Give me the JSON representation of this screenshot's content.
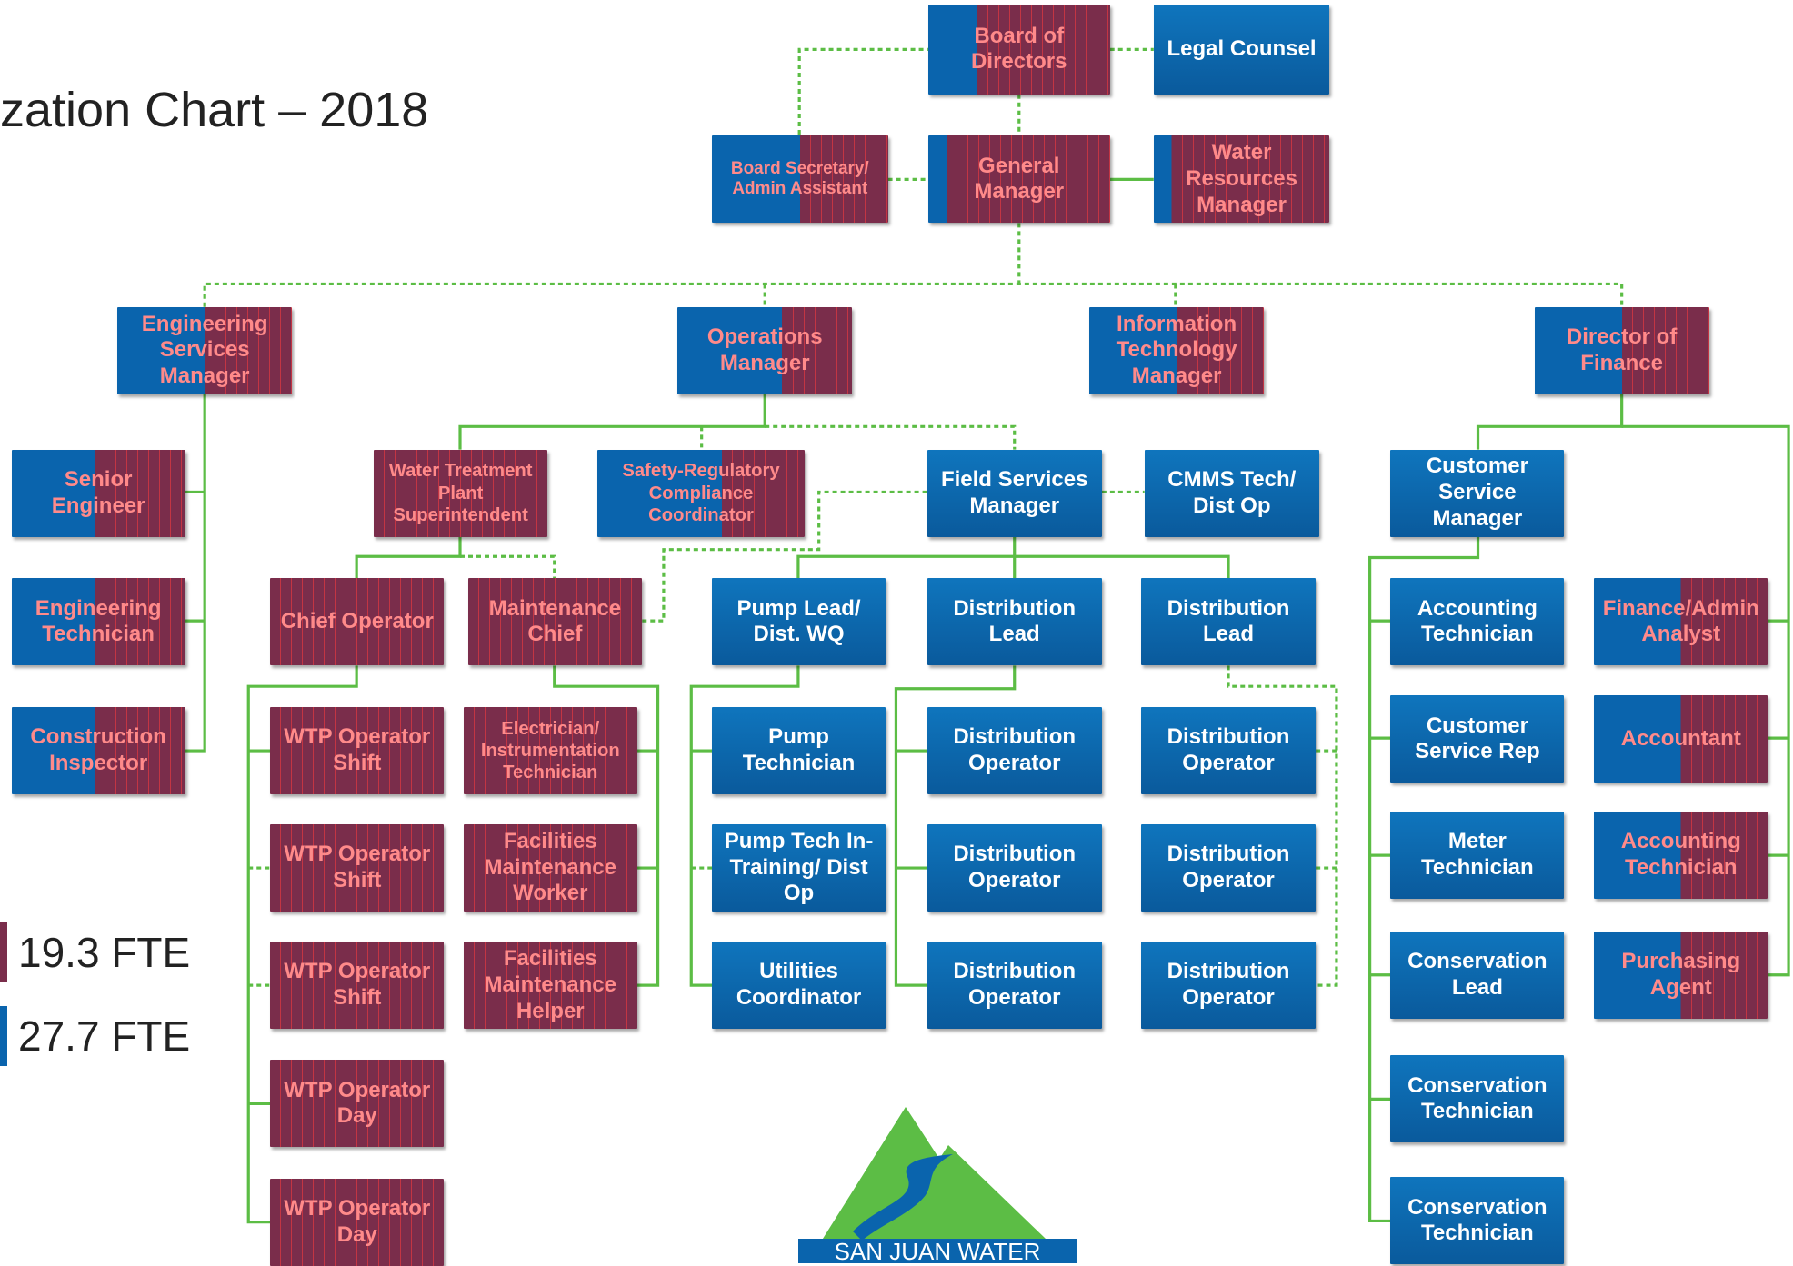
{
  "title": "zation Chart – 2018",
  "legend": [
    {
      "label": "19.3 FTE",
      "color": "#7a2d4b"
    },
    {
      "label": "27.7 FTE",
      "color": "#0a64ad"
    }
  ],
  "colors": {
    "blue": "#0a64ad",
    "maroon": "#7a2d4b",
    "overlay_text": "#ff8a8a",
    "solid_line": "#5cbd45",
    "dotted_line": "#3fae3f"
  },
  "logo": {
    "text": "SAN JUAN WATER"
  },
  "nodes": [
    {
      "id": "board",
      "label": "Board of Directors",
      "style": "split",
      "split": 0.27
    },
    {
      "id": "legal",
      "label": "Legal Counsel",
      "style": "blue"
    },
    {
      "id": "secretary",
      "label": "Board Secretary/ Admin Assistant",
      "style": "split",
      "split": 0.5
    },
    {
      "id": "gm",
      "label": "General Manager",
      "style": "split",
      "split": 0.1
    },
    {
      "id": "wrm",
      "label": "Water Resources Manager",
      "style": "split",
      "split": 0.1
    },
    {
      "id": "esm",
      "label": "Engineering Services Manager",
      "style": "split",
      "split": 0.5
    },
    {
      "id": "opsm",
      "label": "Operations Manager",
      "style": "split",
      "split": 0.6
    },
    {
      "id": "itm",
      "label": "Information Technology Manager",
      "style": "split",
      "split": 0.5
    },
    {
      "id": "dof",
      "label": "Director of Finance",
      "style": "split",
      "split": 0.5
    },
    {
      "id": "senior",
      "label": "Senior Engineer",
      "style": "split",
      "split": 0.48
    },
    {
      "id": "engtech",
      "label": "Engineering Technician",
      "style": "split",
      "split": 0.48
    },
    {
      "id": "constr",
      "label": "Construction Inspector",
      "style": "split",
      "split": 0.48
    },
    {
      "id": "wtps",
      "label": "Water Treatment Plant Superintendent",
      "style": "maroon"
    },
    {
      "id": "safety",
      "label": "Safety-Regulatory Compliance Coordinator",
      "style": "split",
      "split": 0.6
    },
    {
      "id": "fsm",
      "label": "Field Services Manager",
      "style": "blue"
    },
    {
      "id": "cmms",
      "label": "CMMS Tech/ Dist Op",
      "style": "blue"
    },
    {
      "id": "csm",
      "label": "Customer Service Manager",
      "style": "blue"
    },
    {
      "id": "chief",
      "label": "Chief Operator",
      "style": "maroon"
    },
    {
      "id": "maint",
      "label": "Maintenance Chief",
      "style": "maroon"
    },
    {
      "id": "pumplead",
      "label": "Pump Lead/ Dist. WQ",
      "style": "blue"
    },
    {
      "id": "distlead1",
      "label": "Distribution Lead",
      "style": "blue"
    },
    {
      "id": "distlead2",
      "label": "Distribution Lead",
      "style": "blue"
    },
    {
      "id": "accttech1",
      "label": "Accounting Technician",
      "style": "blue"
    },
    {
      "id": "finadmin",
      "label": "Finance/Admin Analyst",
      "style": "split",
      "split": 0.5
    },
    {
      "id": "wtp1",
      "label": "WTP Operator Shift",
      "style": "maroon"
    },
    {
      "id": "elec",
      "label": "Electrician/ Instrumentation Technician",
      "style": "maroon"
    },
    {
      "id": "pumptech",
      "label": "Pump Technician",
      "style": "blue"
    },
    {
      "id": "distop1",
      "label": "Distribution Operator",
      "style": "blue"
    },
    {
      "id": "distop2",
      "label": "Distribution Operator",
      "style": "blue"
    },
    {
      "id": "csrep",
      "label": "Customer Service Rep",
      "style": "blue"
    },
    {
      "id": "accountant",
      "label": "Accountant",
      "style": "split",
      "split": 0.5
    },
    {
      "id": "wtp2",
      "label": "WTP Operator Shift",
      "style": "maroon"
    },
    {
      "id": "facworker",
      "label": "Facilities Maintenance Worker",
      "style": "maroon"
    },
    {
      "id": "pumptrain",
      "label": "Pump Tech In-Training/ Dist Op",
      "style": "blue"
    },
    {
      "id": "distop3",
      "label": "Distribution Operator",
      "style": "blue"
    },
    {
      "id": "distop4",
      "label": "Distribution Operator",
      "style": "blue"
    },
    {
      "id": "meter",
      "label": "Meter Technician",
      "style": "blue"
    },
    {
      "id": "accttech2",
      "label": "Accounting Technician",
      "style": "split",
      "split": 0.5
    },
    {
      "id": "wtp3",
      "label": "WTP Operator Shift",
      "style": "maroon"
    },
    {
      "id": "fachelper",
      "label": "Facilities Maintenance Helper",
      "style": "maroon"
    },
    {
      "id": "utilcoord",
      "label": "Utilities Coordinator",
      "style": "blue"
    },
    {
      "id": "distop5",
      "label": "Distribution Operator",
      "style": "blue"
    },
    {
      "id": "distop6",
      "label": "Distribution Operator",
      "style": "blue"
    },
    {
      "id": "conslead",
      "label": "Conservation Lead",
      "style": "blue"
    },
    {
      "id": "purchasing",
      "label": "Purchasing Agent",
      "style": "split",
      "split": 0.5
    },
    {
      "id": "wtp4",
      "label": "WTP Operator Day",
      "style": "maroon"
    },
    {
      "id": "constech1",
      "label": "Conservation Technician",
      "style": "blue"
    },
    {
      "id": "wtp5",
      "label": "WTP Operator Day",
      "style": "maroon"
    },
    {
      "id": "constech2",
      "label": "Conservation Technician",
      "style": "blue"
    }
  ]
}
